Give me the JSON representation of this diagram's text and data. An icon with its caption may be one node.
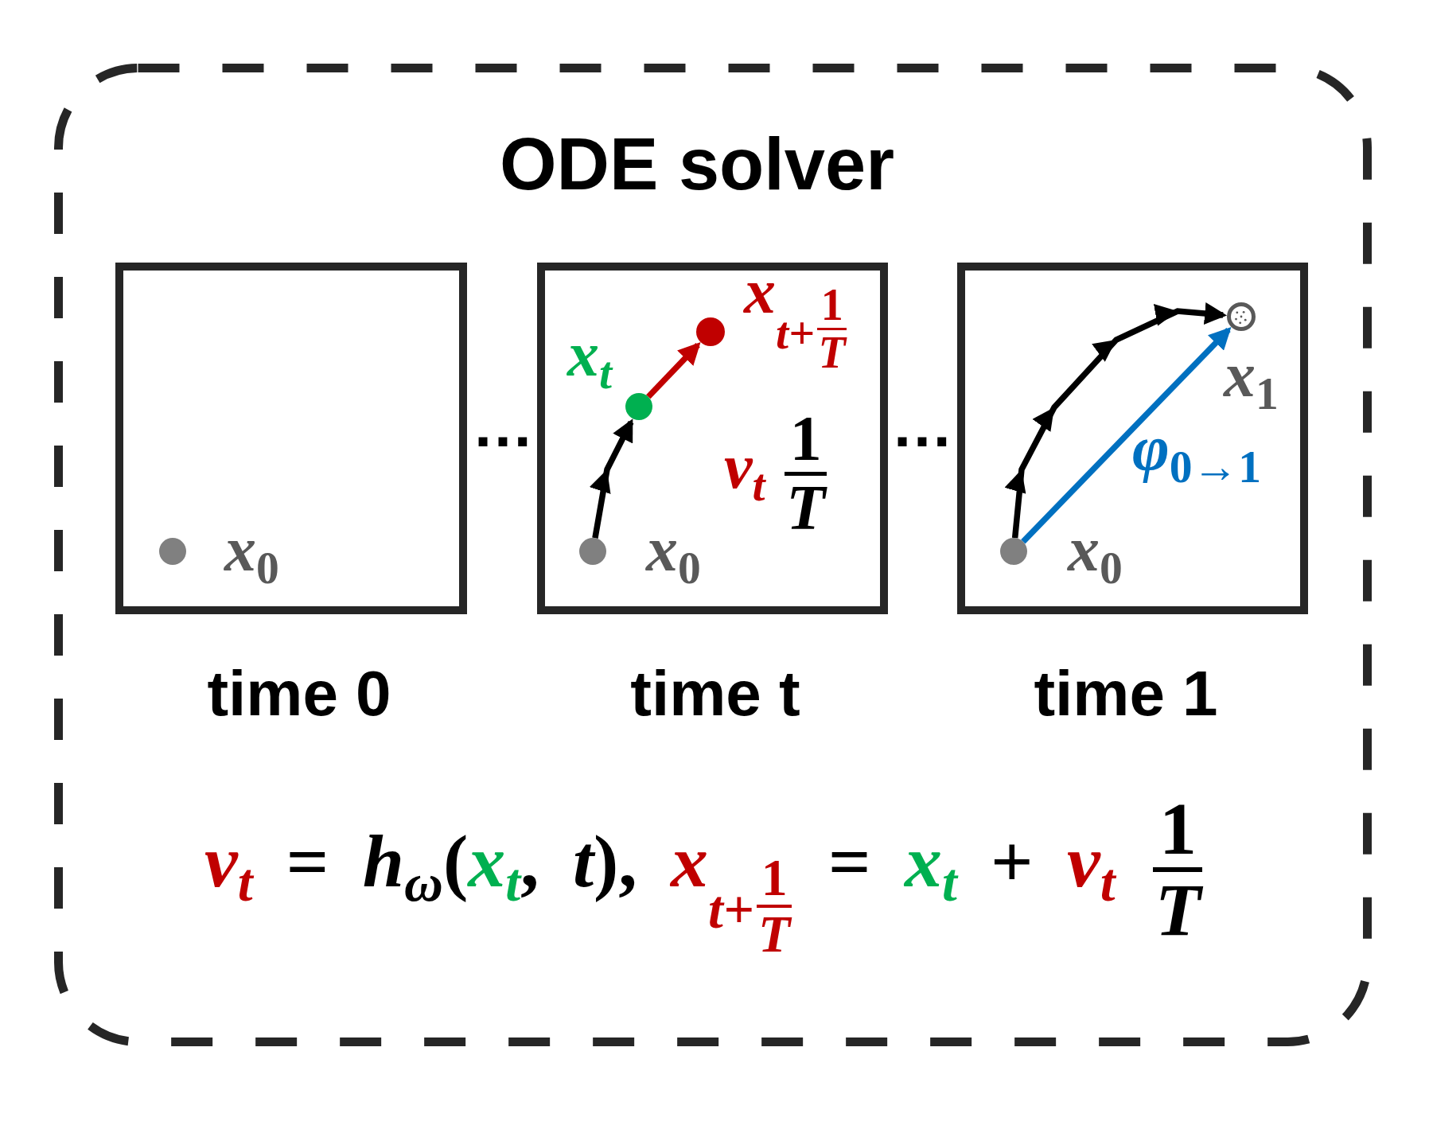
{
  "diagram": {
    "nodes": [
      {
        "text": [
          "ODE solver",
          "*v*$_{t}$ = *h*$_{ω}$(*x*$_{t}$, *t*), *x*$_{t+}$$^{1}$$_{T}$ = *x*$_{t}$ + *v*$_{t}$ $^{1}$$_{T}$"
        ]
      },
      {
        "text": [
          "time 0"
        ],
        "in": 0
      },
      {
        "text": [],
        "shape": "circle",
        "in": 1,
        "beside": [
          "*x*$_{0}$"
        ]
      },
      {
        "text": [
          "time t"
        ],
        "in": 0
      },
      {
        "text": [],
        "shape": "circle",
        "in": 3,
        "beside": [
          "*x*$_{0}$"
        ]
      },
      {
        "text": [],
        "shape": "circle",
        "in": 3,
        "beside": [
          "*x*$_{t}$"
        ]
      },
      {
        "text": [],
        "shape": "circle",
        "in": 3,
        "beside": [
          "*x*$_{t+}$$^{1}$$_{T}$"
        ]
      },
      {
        "text": [
          "time 1"
        ],
        "in": 0
      },
      {
        "text": [],
        "shape": "circle",
        "in": 7,
        "beside": [
          "*x*$_{0}$"
        ]
      },
      {
        "text": [],
        "shape": "circle",
        "in": 7,
        "beside": [
          "*x*$_{1}$"
        ]
      }
    ],
    "edges": [
      {
        "from": 4,
        "to": 5,
        "arrow": "to"
      },
      {
        "from": 5,
        "to": 6,
        "arrow": "to",
        "color": "#c00000"
      },
      {
        "from": 8,
        "to": 9,
        "arrow": "to"
      },
      {
        "from": 8,
        "to": 9,
        "arrow": "to",
        "color": "#0070c0",
        "label": "*φ*$_{0→1}$"
      }
    ],
    "labels": [
      "…",
      "*v*$_{t}$ $^{1}$$_{T}$",
      "…"
    ]
  }
}
